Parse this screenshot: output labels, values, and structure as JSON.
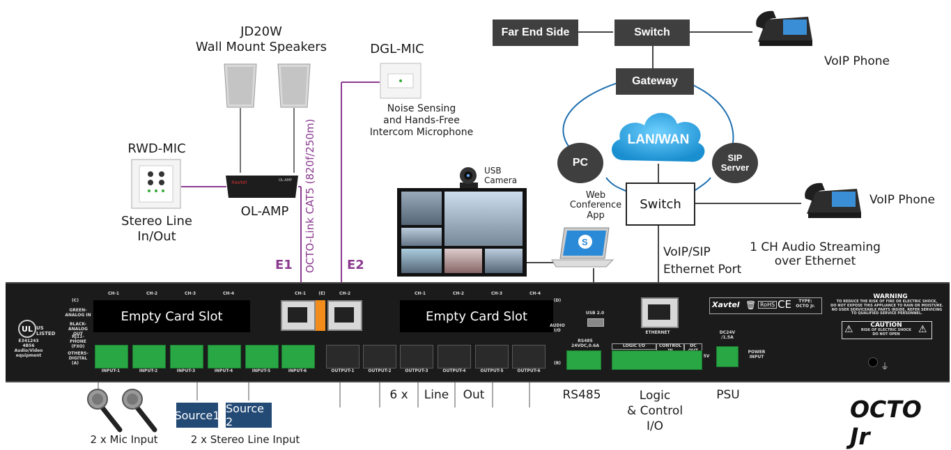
{
  "network": {
    "far_end": "Far End Side",
    "switch_top": "Switch",
    "voip_phone_top": "VoIP Phone",
    "gateway": "Gateway",
    "lan_wan": "LAN/WAN",
    "pc": "PC",
    "sip_server": "SIP\nServer",
    "switch_mid": "Switch",
    "voip_phone_mid": "VoIP Phone",
    "voip_sip_port": "VoIP/SIP\nEthernet Port",
    "audio_streaming": "1 CH Audio Streaming\nover Ethernet"
  },
  "peripherals": {
    "jd20w": "JD20W\nWall Mount Speakers",
    "dgl_mic": "DGL-MIC",
    "dgl_desc": "Noise Sensing\nand Hands-Free\nIntercom Microphone",
    "rwd_mic": "RWD-MIC",
    "rwd_desc": "Stereo Line\nIn/Out",
    "ol_amp": "OL-AMP",
    "octo_link": "OCTO-Link CAT5 (820f/250m)",
    "e1": "E1",
    "e2": "E2",
    "usb_camera": "USB\nCamera",
    "web_conf": "Web\nConference\nApp",
    "skype": "Skype"
  },
  "panel": {
    "empty_slot_left": "Empty Card Slot",
    "empty_slot_right": "Empty Card Slot",
    "ch_left": [
      "CH-1",
      "CH-2",
      "CH-3",
      "CH-4"
    ],
    "ch_right": [
      "CH-1",
      "CH-2",
      "CH-3",
      "CH-4"
    ],
    "e_ch1": "CH-1",
    "e_ch2": "CH-2",
    "e_label": "(E)",
    "inputs": [
      "INPUT-1",
      "INPUT-2",
      "INPUT-3",
      "INPUT-4",
      "INPUT-5",
      "INPUT-6"
    ],
    "outputs": [
      "OUTPUT-1",
      "OUTPUT-2",
      "OUTPUT-3",
      "OUTPUT-4",
      "OUTPUT-5",
      "OUTPUT-6"
    ],
    "side_labels": [
      "GREEN-\nANALOG IN",
      "BLACK-\nANALOG OUT",
      "RJ11-\nPHONE\n(FXO)",
      "OTHERS-\nDIGITAL"
    ],
    "ul_text": "US LISTED",
    "ul_sub": "E341243\n4B56\nAudio/Video\nequipment",
    "audio_io": "AUDIO\nI/O",
    "usb": "USB 2.0",
    "rs485_top": "RS485\n24VDC,0.6A",
    "logic_io": "LOGIC I/O",
    "control_in": "CONTROL IN",
    "dc_out": "DC OUT",
    "ethernet": "ETHERNET",
    "dc24": "DC24V\n/1.5A",
    "power_input": "POWER\nINPUT",
    "brand": "Xavtel",
    "rohs": "RoHS",
    "ce": "CE",
    "type": "TYPE:\nOCTO Jr.",
    "warning_title": "WARNING",
    "warning_text": "TO REDUCE THE RISK OF FIRE OR ELECTRIC SHOCK,\nDO NOT EXPOSE THIS APPLIANCE TO RAIN OR MOISTURE.\nNO USER SERVICEABLE PARTS INSIDE, REFER SERVICING\nTO QUALIFIED SERVICE PERSONNEL.",
    "caution": "CAUTION",
    "caution_sub": "RISK OF ELECTRIC SHOCK\nDO NOT OPEN",
    "c_label": "(C)",
    "a_label": "(A)",
    "d_label": "(D)",
    "b_label": "(B)",
    "v5": "5V"
  },
  "bottom": {
    "source1": "Source1",
    "source2": "Source 2",
    "mic_input": "2 x Mic Input",
    "stereo_input": "2 x Stereo Line Input",
    "six_x": "6 x",
    "line": "Line",
    "out": "Out",
    "rs485": "RS485",
    "logic": "Logic\n& Control\nI/O",
    "psu": "PSU",
    "product": "OCTO Jr"
  },
  "colors": {
    "purple": "#8b3a8f",
    "dark_box": "#3f3f3f",
    "cloud": "#2aa0dd",
    "source_box": "#234a75",
    "terminal_green": "#28a744"
  }
}
